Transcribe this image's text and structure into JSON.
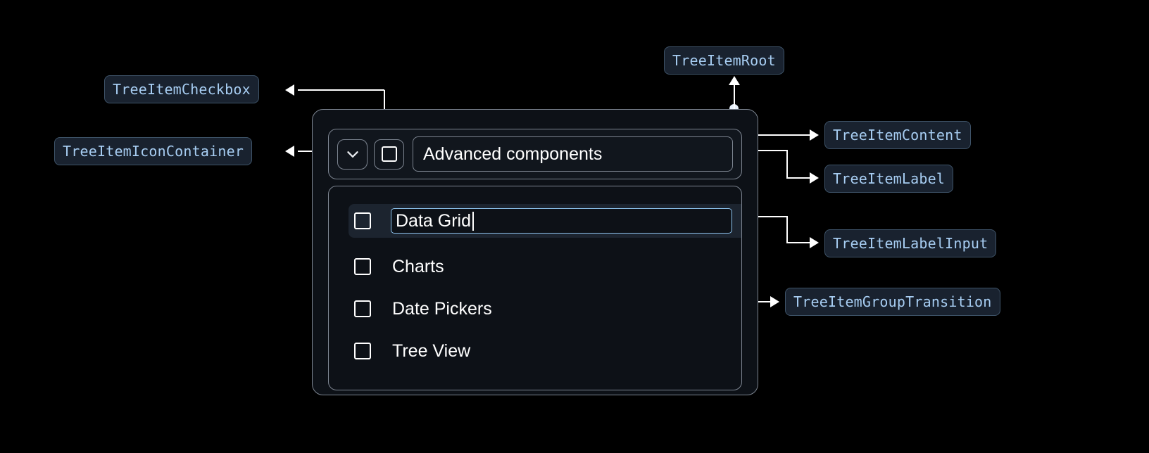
{
  "annotations": {
    "tree_item_checkbox": "TreeItemCheckbox",
    "tree_item_icon_container": "TreeItemIconContainer",
    "tree_item_root": "TreeItemRoot",
    "tree_item_content": "TreeItemContent",
    "tree_item_label": "TreeItemLabel",
    "tree_item_label_input": "TreeItemLabelInput",
    "tree_item_group_transition": "TreeItemGroupTransition"
  },
  "tree": {
    "parent_label": "Advanced components",
    "expand_icon": "chevron-down-icon",
    "parent_checkbox_icon": "checkbox-unchecked-icon",
    "editing_row": {
      "input_value": "Data Grid",
      "checkbox_icon": "checkbox-unchecked-icon"
    },
    "children": [
      {
        "label": "Charts",
        "checkbox_icon": "checkbox-unchecked-icon"
      },
      {
        "label": "Date Pickers",
        "checkbox_icon": "checkbox-unchecked-icon"
      },
      {
        "label": "Tree View",
        "checkbox_icon": "checkbox-unchecked-icon"
      }
    ]
  },
  "colors": {
    "background": "#000000",
    "chip_fill": "#19222f",
    "chip_border": "#3e5368",
    "chip_text": "#a7cdf2",
    "card_border": "#7d8591",
    "card_fill": "#0d1117",
    "selected_row": "#1c242f",
    "input_focus_border": "#8ec5f0",
    "connector": "#ffffff"
  }
}
